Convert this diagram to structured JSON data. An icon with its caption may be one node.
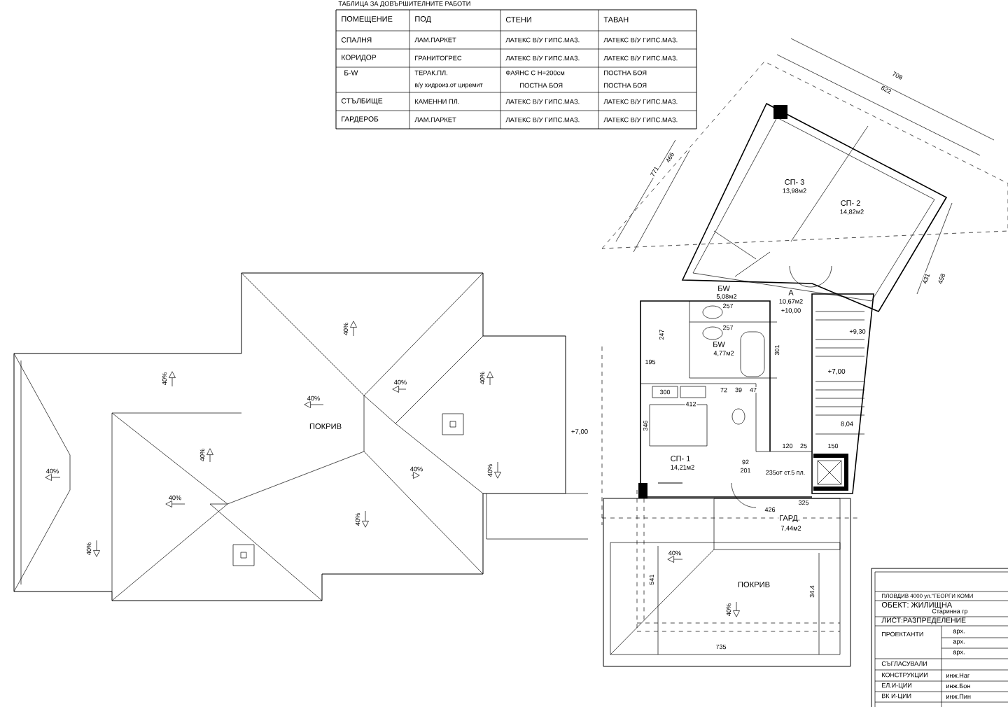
{
  "diagram": {
    "labels": [
      "ТАБЛИЦА ЗА ДОВЪРШИТЕЛНИТЕ РАБОТИ",
      "ПОМЕЩЕНИЕ",
      "ПОД",
      "СТЕНИ",
      "ТАВАН",
      "СПАЛНЯ",
      "ЛАМ.ПАРКЕТ",
      "ЛАТЕКС В/У ГИПС.МАЗ.",
      "ЛАТЕКС В/У ГИПС.МАЗ.",
      "КОРИДОР",
      "ГРАНИТОГРЕС",
      "ЛАТЕКС В/У ГИПС.МАЗ.",
      "ЛАТЕКС В/У ГИПС.МАЗ.",
      "Б-W",
      "ТЕРАК.ПЛ.",
      "в/у хидроиз.от циремит",
      "ФАЯНС С Н=200см",
      "ПОСТНА БОЯ",
      "ПОСТНА БОЯ",
      "ПОСТНА БОЯ",
      "СТЪЛБИЩЕ",
      "КАМЕННИ ПЛ.",
      "ЛАТЕКС В/У ГИПС.МАЗ.",
      "ЛАТЕКС В/У ГИПС.МАЗ.",
      "ГАРДЕРОБ",
      "ЛАМ.ПАРКЕТ",
      "ЛАТЕКС В/У ГИПС.МАЗ.",
      "ЛАТЕКС В/У ГИПС.МАЗ.",
      "СП- 3",
      "13,98м2",
      "СП- 2",
      "14,82м2",
      "БW",
      "5,08м2",
      "А",
      "10,67м2",
      "+10,00",
      "БW",
      "4,77м2",
      "+7,00",
      "+9,30",
      "8,04",
      "СП- 1",
      "14,21м2",
      "ГАРД.",
      "7,44м2",
      "+7,00",
      "ПОКРИВ",
      "ПОКРИВ",
      "40%",
      "40%",
      "40%",
      "40%",
      "40%",
      "40%",
      "40%",
      "40%",
      "40%",
      "40%",
      "40%",
      "40%",
      "40%",
      "40%",
      "412",
      "300",
      "346",
      "120",
      "25",
      "150",
      "92",
      "201",
      "235от ст.5 пл.",
      "325",
      "426",
      "72",
      "39",
      "47",
      "257",
      "257",
      "301",
      "195",
      "247",
      "541",
      "735",
      "34.4",
      "708",
      "622",
      "771",
      "466",
      "431",
      "458",
      "ПЛОВДИВ 4000 ул.\"ГЕОРГИ КОМИ",
      "ОБЕКТ: ЖИЛИЩНА",
      "Старинна гр",
      "ЛИСТ:РАЗПРЕДЕЛЕНИЕ",
      "ПРОЕКТАНТИ",
      "арх.",
      "арх.",
      "арх.",
      "СЪГЛАСУВАЛИ",
      "КОНСТРУКЦИИ",
      "инж.Наг",
      "ЕЛ.И-ЦИИ",
      "инж.Бон",
      "ВК И-ЦИИ",
      "инж.Пин"
    ]
  }
}
